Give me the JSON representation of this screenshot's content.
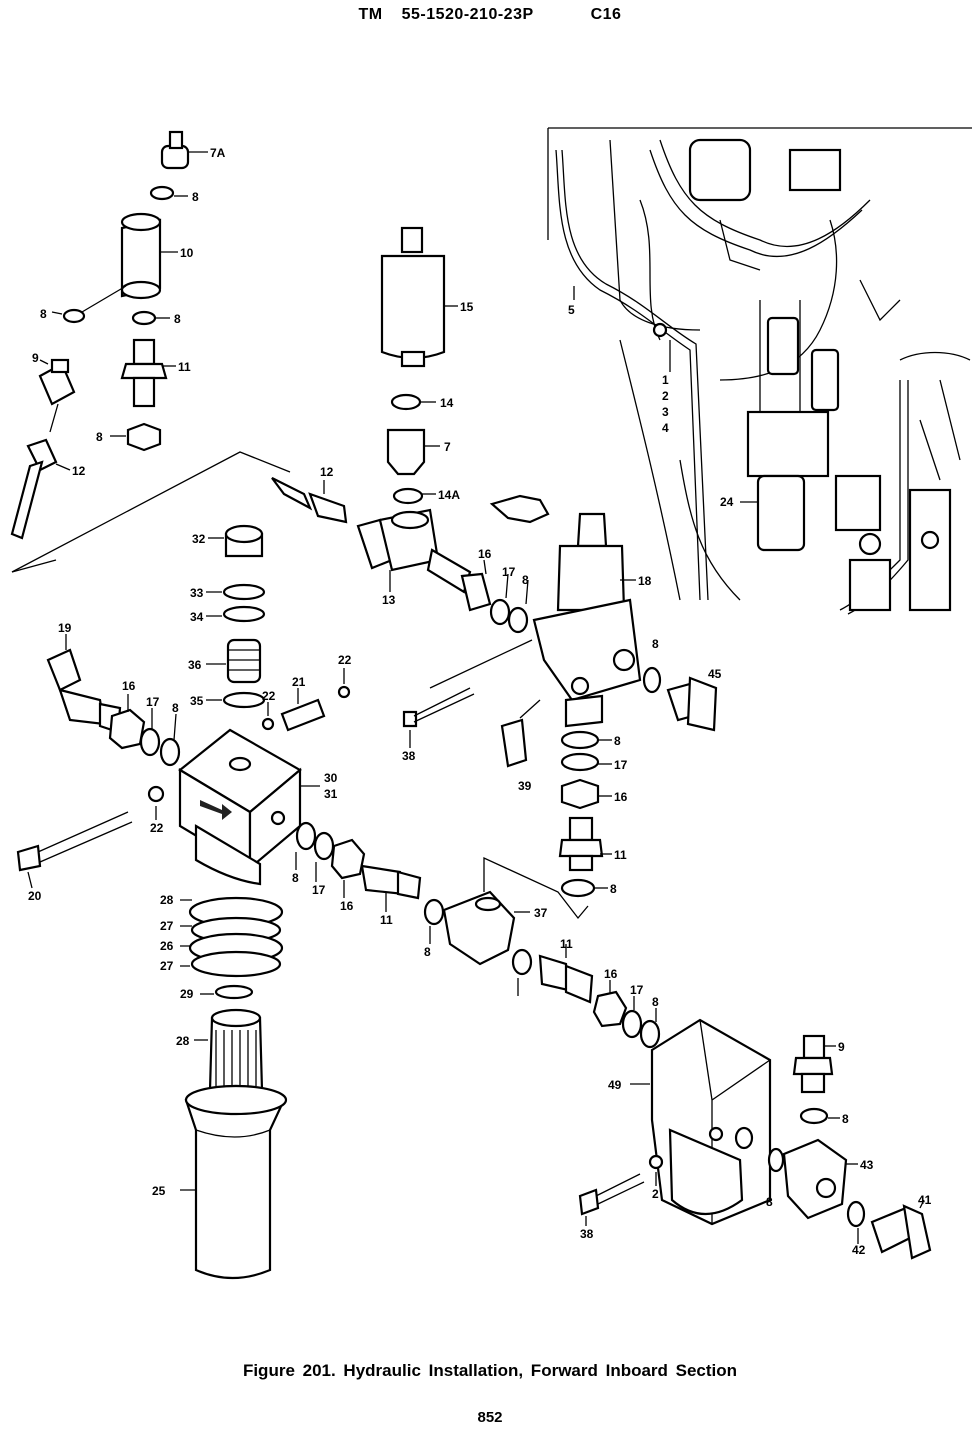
{
  "header": {
    "manual": "TM",
    "number": "55-1520-210-23P",
    "change": "C16"
  },
  "figure": {
    "caption": "Figure 201.  Hydraulic Installation, Forward Inboard Section",
    "page_number": "852"
  },
  "callouts": [
    "7A",
    "8",
    "10",
    "8",
    "8",
    "9",
    "11",
    "8",
    "12",
    "15",
    "14",
    "7",
    "14A",
    "12",
    "32",
    "13",
    "16",
    "17",
    "8",
    "18",
    "33",
    "34",
    "19",
    "36",
    "22",
    "35",
    "22",
    "21",
    "16",
    "17",
    "8",
    "8",
    "45",
    "38",
    "30",
    "31",
    "39",
    "8",
    "17",
    "16",
    "22",
    "20",
    "8",
    "17",
    "16",
    "11",
    "11",
    "8",
    "28",
    "27",
    "26",
    "27",
    "29",
    "37",
    "11",
    "8",
    "16",
    "17",
    "8",
    "28",
    "25",
    "9",
    "49",
    "8",
    "43",
    "2",
    "38",
    "8",
    "42",
    "41",
    "5",
    "1",
    "2",
    "3",
    "4",
    "24"
  ],
  "pointer_icon": "pointing-hand-icon"
}
